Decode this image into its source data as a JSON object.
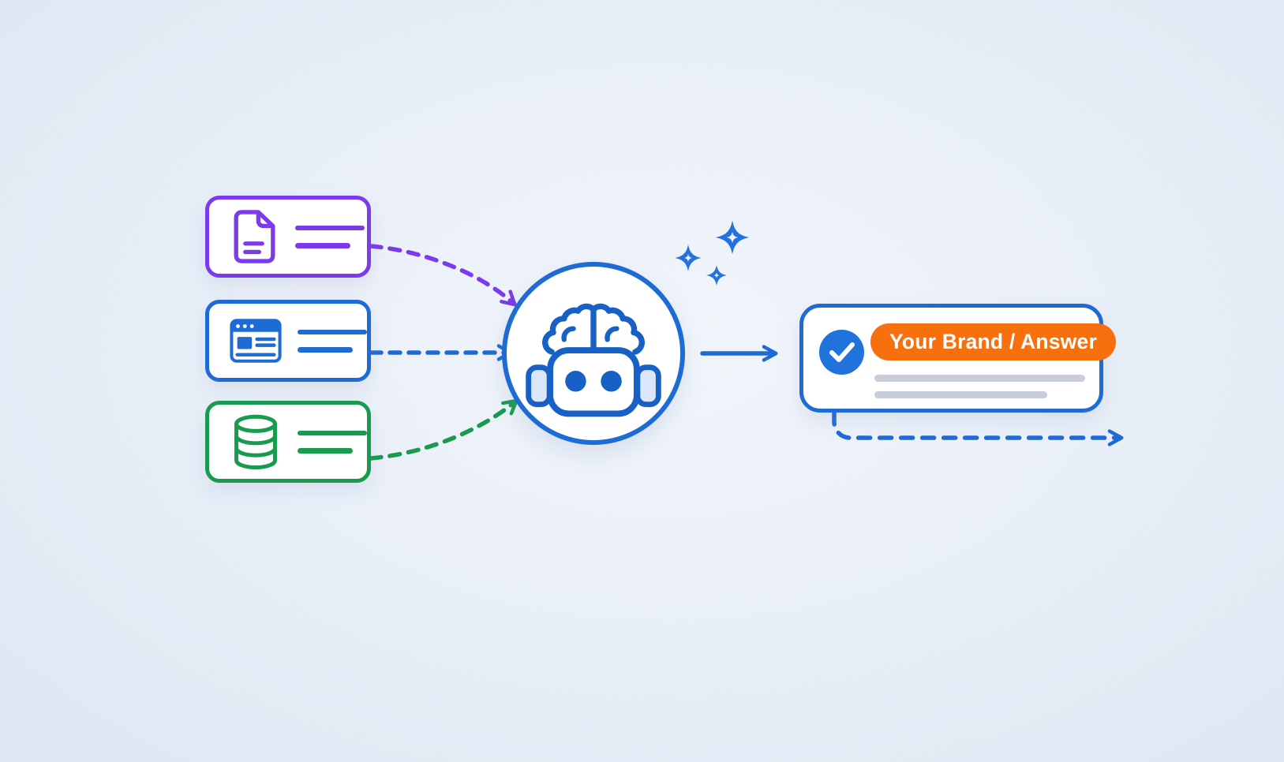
{
  "diagram": {
    "sources": [
      {
        "id": "document",
        "icon": "document-icon",
        "accent": "#7C3AED",
        "placeholder_lines": 2
      },
      {
        "id": "webpage",
        "icon": "browser-window-icon",
        "accent": "#1E6BD6",
        "placeholder_lines": 2
      },
      {
        "id": "database",
        "icon": "database-icon",
        "accent": "#189B4F",
        "placeholder_lines": 2
      }
    ],
    "ai_node": {
      "icon": "robot-brain-icon",
      "sparkle_icon": "sparkle-icon",
      "sparkle_count": 3
    },
    "arrows": [
      {
        "id": "document-to-ai",
        "style": "dashed-curved",
        "color": "#7C3AED"
      },
      {
        "id": "webpage-to-ai",
        "style": "dashed-straight",
        "color": "#1E6BD6"
      },
      {
        "id": "database-to-ai",
        "style": "dashed-curved",
        "color": "#189B4F"
      },
      {
        "id": "ai-to-answer",
        "style": "solid-straight",
        "color": "#1E6BD6"
      },
      {
        "id": "answer-out",
        "style": "dashed-elbow",
        "color": "#1E6BD6"
      }
    ],
    "answer_card": {
      "check_icon": "checkmark-badge-icon",
      "pill_label": "Your Brand / Answer",
      "pill_color": "#F8700D",
      "placeholder_lines": 2
    }
  },
  "colors": {
    "purple": "#7C3AED",
    "blue": "#1E6BD6",
    "green": "#189B4F",
    "orange": "#F8700D",
    "check_blue": "#2173DC",
    "robot_blue": "#1760C6",
    "bar_gray": "#C7CDD9",
    "sparkle_blue": "#2471DF"
  }
}
